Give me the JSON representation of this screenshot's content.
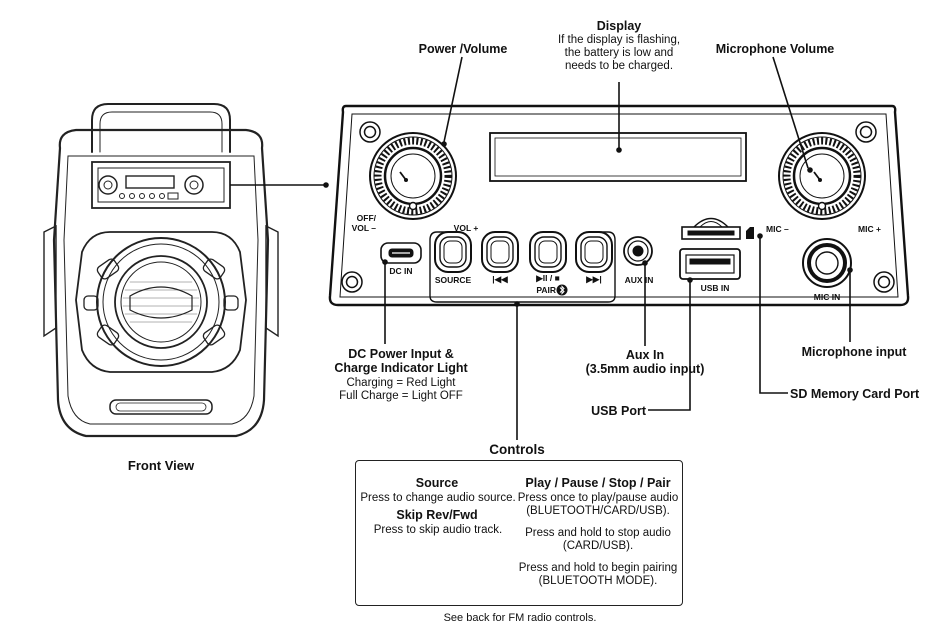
{
  "front_view": {
    "caption": "Front View"
  },
  "panel_labels": {
    "off_vol_minus": "OFF/\nVOL –",
    "vol_plus": "VOL +",
    "dc_in": "DC IN",
    "source": "SOURCE",
    "prev": "|◀◀",
    "play_stop": "▶II / ■",
    "pair": "PAIR",
    "next": "▶▶|",
    "aux_in": "AUX IN",
    "usb_in": "USB IN",
    "mic_minus": "MIC –",
    "mic_plus": "MIC +",
    "mic_in": "MIC IN"
  },
  "callouts": {
    "power_volume": "Power /Volume",
    "display_title": "Display",
    "display_desc": "If the display is flashing,\nthe battery is low and\nneeds to be charged.",
    "mic_volume": "Microphone Volume",
    "dc_title": "DC Power Input &\nCharge Indicator Light",
    "dc_desc": "Charging = Red Light\nFull Charge = Light OFF",
    "aux_title": "Aux In\n(3.5mm audio input)",
    "mic_input": "Microphone input",
    "sd_port": "SD Memory Card Port",
    "usb_port": "USB Port"
  },
  "controls": {
    "heading": "Controls",
    "source_title": "Source",
    "source_desc": "Press to change audio source.",
    "skip_title": "Skip Rev/Fwd",
    "skip_desc": "Press to skip audio track.",
    "play_title": "Play / Pause / Stop / Pair",
    "play_desc1": "Press once to play/pause audio\n(BLUETOOTH/CARD/USB).",
    "play_desc2": "Press and hold to stop audio\n(CARD/USB).",
    "play_desc3": "Press and hold to begin pairing\n(BLUETOOTH MODE)."
  },
  "footer": {
    "note": "See back for FM radio controls."
  }
}
